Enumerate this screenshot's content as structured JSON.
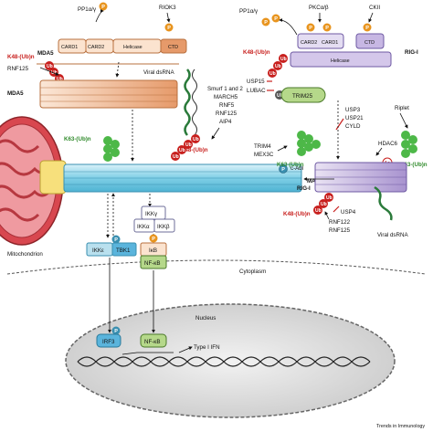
{
  "labels": {
    "pp1_left": "PP1α/γ",
    "riok3": "RIOK3",
    "pp1_right": "PP1α/γ",
    "pkc": "PKCα/β",
    "ckii": "CKII",
    "k48_mda5": "K48-(Ub)n",
    "rnf125_mda5": "RNF125",
    "mda5_top": "MDA5",
    "card1_left": "CARD1",
    "card2_left": "CARD2",
    "helicase_left": "Helicase",
    "ctd_left": "CTD",
    "viral_dsrna_top": "Viral dsRNA",
    "mda5_mid": "MDA5",
    "smurf_1": "Smurf 1 and 2",
    "smurf_2": "MARCH5",
    "smurf_3": "RNF5",
    "smurf_4": "RNF125",
    "smurf_5": "AIP4",
    "k48_mavs": "K48-(Ub)n",
    "k63_mavs": "K63-(Ub)n",
    "c_abl": "c-Abl",
    "mavs": "MAVS",
    "mitochondrion": "Mitochondrion",
    "k48_rig": "K48-(Ub)n",
    "card2_right": "CARD2",
    "card1_right": "CARD1",
    "ctd_right": "CTD",
    "rig_i_top": "RIG-I",
    "helicase_right": "Helicase",
    "usp15": "USP15",
    "lubac": "LUBAC",
    "trim25": "TRIM25",
    "usp3": "USP3",
    "usp21": "USP21",
    "cyld": "CYLD",
    "riplet": "Riplet",
    "trim4": "TRIM4",
    "mex3c": "MEX3C",
    "hdac6": "HDAC6",
    "k63_rig": "K63-(Ub)n",
    "k63_right": "K63-(Ub)n",
    "rig_i_mid": "RIG-I",
    "k48_rig_low": "K48-(Ub)n",
    "usp4": "USP4",
    "rnf122": "RNF122",
    "rnf125_rig": "RNF125",
    "viral_dsrna_bottom": "Viral dsRNA",
    "ikk_eps": "IKKε",
    "tbk1": "TBK1",
    "ikk_gamma": "IKKγ",
    "ikk_alpha": "IKKα",
    "ikk_beta": "IKKβ",
    "ikb": "IκB",
    "nfkb_cyto": "NF-κB",
    "cytoplasm": "Cytoplasm",
    "nucleus": "Nucleus",
    "irf3": "IRF3",
    "nfkb_nuc": "NF-κB",
    "type1_ifn": "Type I IFN",
    "credit": "Trends in Immunology",
    "p": "P",
    "ub": "Ub",
    "ac": "Ac"
  },
  "colors": {
    "ub_red": "#c8201e",
    "ub_green": "#4db848",
    "phospho": "#e8941e",
    "mavs_blue": "#7fcfe6",
    "tbk1_blue": "#5ab4dc",
    "nfkb_green": "#b5d88a",
    "helicase_purple": "#b9a5d6",
    "mda5_orange": "#f3c9a5",
    "mito": "#d8474f"
  }
}
